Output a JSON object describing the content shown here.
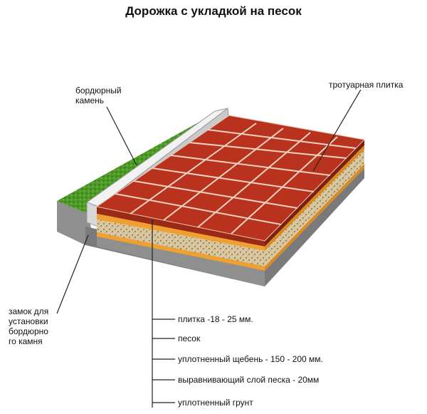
{
  "title": "Дорожка с укладкой на песок",
  "labels": {
    "curb_stone": [
      "бордюрный",
      "камень"
    ],
    "paving_tile": "тротуарная плитка",
    "curb_lock": [
      "замок для",
      "установки",
      "бордюрно",
      "го камня"
    ],
    "layers": [
      "плитка -18 - 25 мм.",
      "песок",
      "уплотненный щебень - 150 - 200 мм.",
      "выравнивающий слой песка - 20мм",
      "уплотненный грунт"
    ]
  },
  "colors": {
    "tile": "#b8321e",
    "tile_dark": "#8a2412",
    "grout": "#e9c8b4",
    "sand": "#f0a030",
    "gravel": "#d6c29a",
    "soil": "#8f8f8f",
    "grass": "#4f9a2a",
    "curb": "#e6e6e6"
  }
}
